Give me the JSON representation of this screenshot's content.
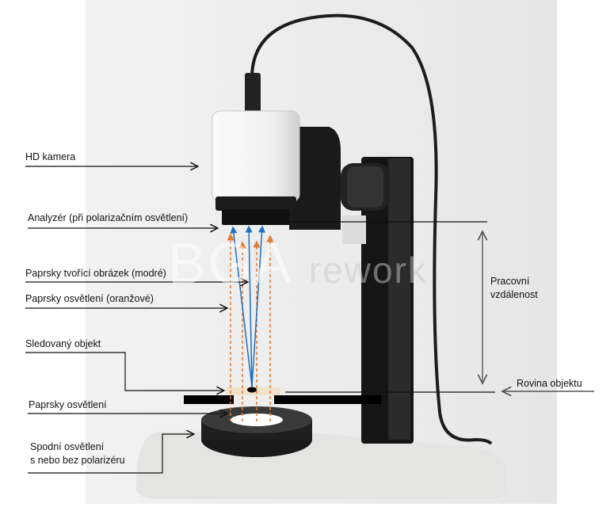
{
  "labels": {
    "hd_camera": "HD kamera",
    "analyzer": "Analyzér (při polarizačním osvětlení)",
    "image_rays": "Paprsky tvořící obrázek (modré)",
    "illumination_rays_orange": "Paprsky osvětlení (oranžové)",
    "observed_object": "Sledovaný objekt",
    "illumination_rays": "Paprsky osvětlení",
    "bottom_light_line1": "Spodní osvětlení",
    "bottom_light_line2": "s nebo bez polarizéru",
    "working_distance_line1": "Pracovní",
    "working_distance_line2": "vzdálenost",
    "object_plane": "Rovina objektu"
  },
  "watermark": {
    "brand": "BGA",
    "suffix": "rework"
  },
  "colors": {
    "image_rays": "#1f6fc0",
    "illumination_rays": "#e07a30",
    "background": "#ececec"
  }
}
